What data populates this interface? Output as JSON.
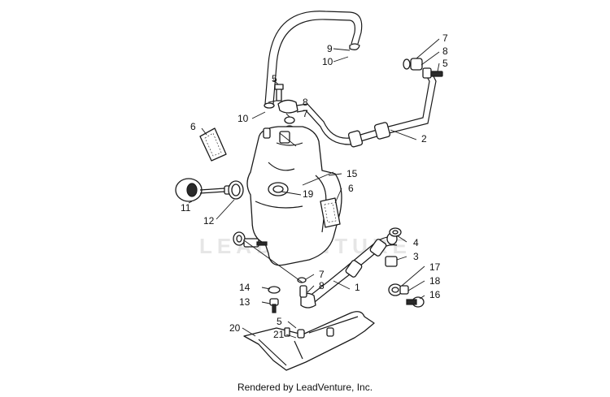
{
  "watermark": "LEADVENTURE",
  "footer": "Rendered by LeadVenture, Inc.",
  "callouts": [
    {
      "id": "c9",
      "text": "9"
    },
    {
      "id": "c10a",
      "text": "10"
    },
    {
      "id": "c7a",
      "text": "7"
    },
    {
      "id": "c8a",
      "text": "8"
    },
    {
      "id": "c5a",
      "text": "5"
    },
    {
      "id": "c5b",
      "text": "5"
    },
    {
      "id": "c8b",
      "text": "8"
    },
    {
      "id": "c10b",
      "text": "10"
    },
    {
      "id": "c7b",
      "text": "7"
    },
    {
      "id": "c6a",
      "text": "6"
    },
    {
      "id": "c2",
      "text": "2"
    },
    {
      "id": "c15",
      "text": "15"
    },
    {
      "id": "c6b",
      "text": "6"
    },
    {
      "id": "c19",
      "text": "19"
    },
    {
      "id": "c11",
      "text": "11"
    },
    {
      "id": "c12",
      "text": "12"
    },
    {
      "id": "c4",
      "text": "4"
    },
    {
      "id": "c3",
      "text": "3"
    },
    {
      "id": "c17",
      "text": "17"
    },
    {
      "id": "c7c",
      "text": "7"
    },
    {
      "id": "c18",
      "text": "18"
    },
    {
      "id": "c14",
      "text": "14"
    },
    {
      "id": "c8c",
      "text": "8"
    },
    {
      "id": "c1",
      "text": "1"
    },
    {
      "id": "c16",
      "text": "16"
    },
    {
      "id": "c13",
      "text": "13"
    },
    {
      "id": "c5c",
      "text": "5"
    },
    {
      "id": "c20",
      "text": "20"
    },
    {
      "id": "c21",
      "text": "21"
    }
  ]
}
